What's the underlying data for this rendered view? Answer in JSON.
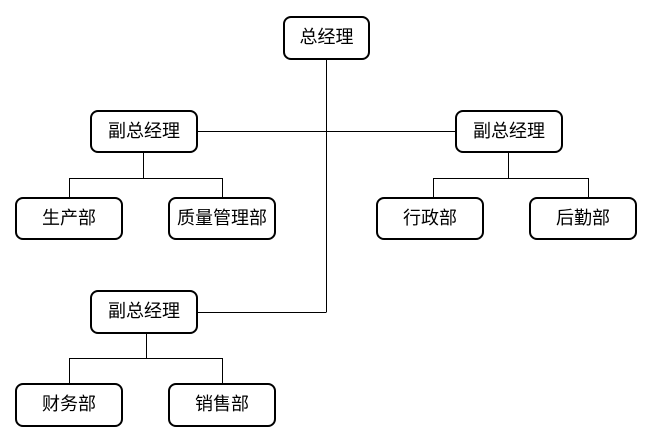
{
  "org_chart": {
    "root": {
      "label": "总经理"
    },
    "vp_left": {
      "label": "副总经理",
      "children": [
        {
          "label": "生产部"
        },
        {
          "label": "质量管理部"
        }
      ]
    },
    "vp_right": {
      "label": "副总经理",
      "children": [
        {
          "label": "行政部"
        },
        {
          "label": "后勤部"
        }
      ]
    },
    "vp_bottom": {
      "label": "副总经理",
      "children": [
        {
          "label": "财务部"
        },
        {
          "label": "销售部"
        }
      ]
    }
  }
}
